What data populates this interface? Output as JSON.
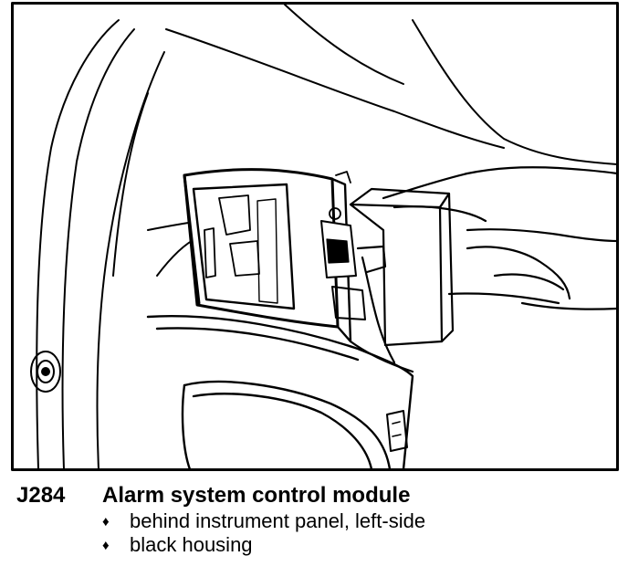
{
  "caption": {
    "code": "J284",
    "title": "Alarm system control module",
    "bullets": [
      "behind instrument panel, left-side",
      "black housing"
    ],
    "bullet_glyph": "♦"
  },
  "colors": {
    "ink": "#000000",
    "paper": "#ffffff"
  },
  "icons": {
    "bullet": "diamond-bullet-icon"
  }
}
